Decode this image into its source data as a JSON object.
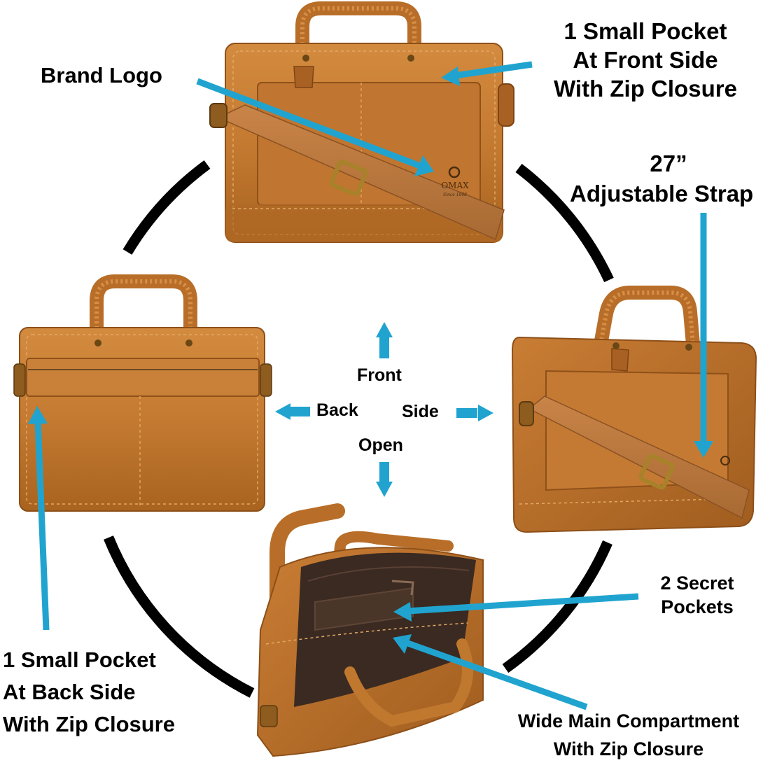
{
  "colors": {
    "leather": "#c47a31",
    "leather_dark": "#9b5a20",
    "leather_light": "#dd9a52",
    "arrow": "#20a4cf",
    "ring": "#000000",
    "lining": "#3a2a22"
  },
  "icons": [
    "brand-logo-icon",
    "arrow-up-icon",
    "arrow-down-icon",
    "arrow-left-icon",
    "arrow-right-icon"
  ],
  "labels": {
    "brand_logo": "Brand Logo",
    "front_pocket": [
      "1 Small Pocket",
      "At Front Side",
      "With Zip Closure"
    ],
    "strap": [
      "27”",
      "Adjustable Strap"
    ],
    "back_pocket": [
      "1 Small Pocket",
      "At Back Side",
      "With Zip Closure"
    ],
    "secret_pockets": [
      "2 Secret",
      "Pockets"
    ],
    "main_compartment": [
      "Wide Main Compartment",
      "With Zip Closure"
    ]
  },
  "directions": {
    "front": "Front",
    "back": "Back",
    "side": "Side",
    "open": "Open"
  },
  "logo": {
    "brand": "OMAX",
    "since": "Since 1968"
  },
  "views": {
    "front": "front view",
    "back": "back view",
    "side": "side view",
    "open": "open view"
  }
}
